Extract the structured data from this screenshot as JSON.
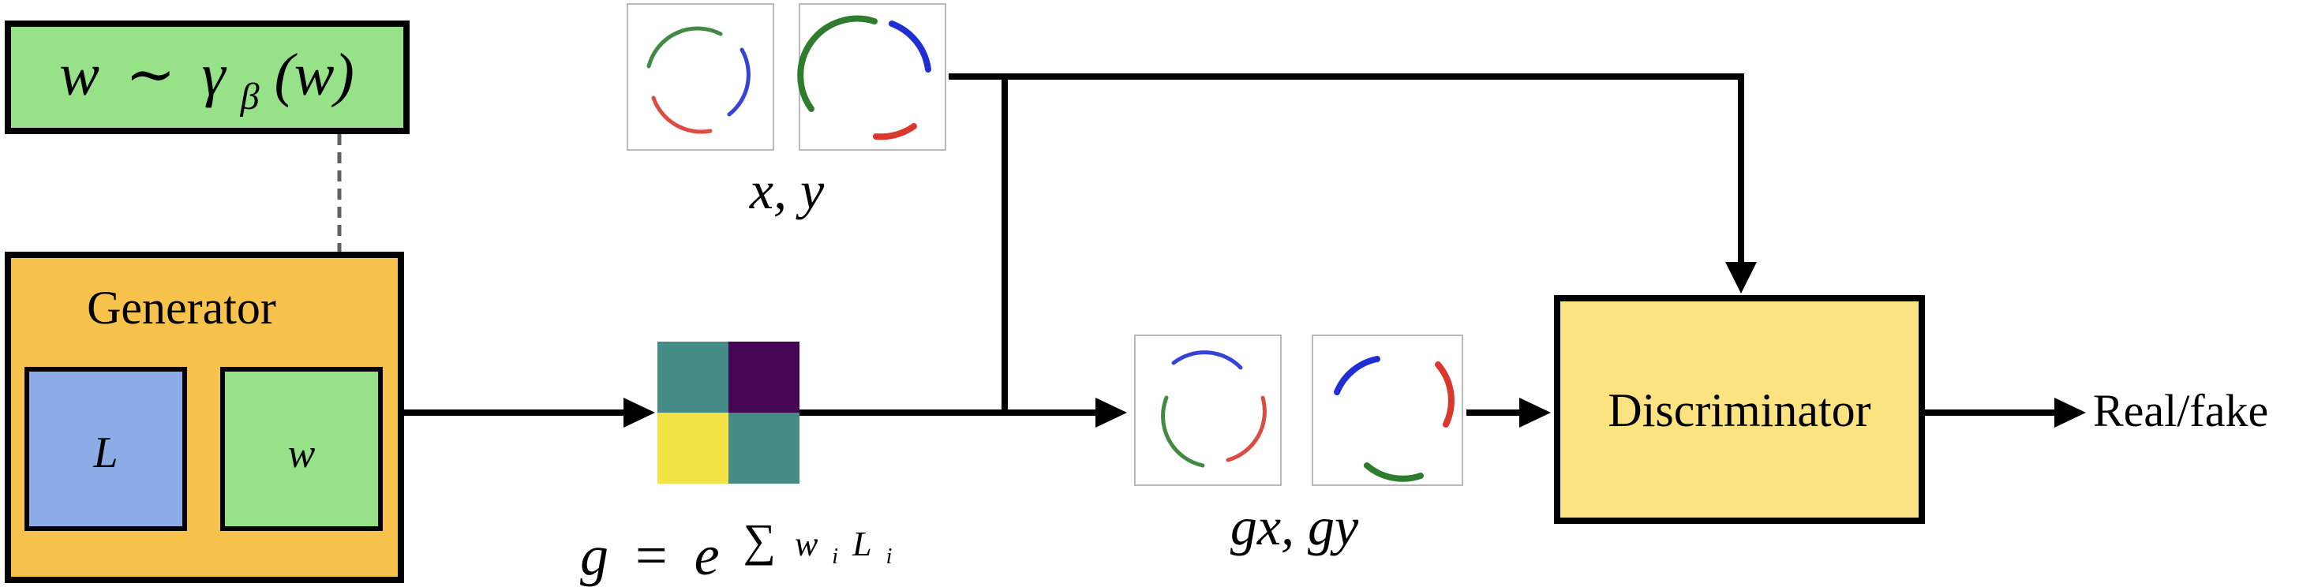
{
  "prior": {
    "w": "w",
    "tilde": "∼",
    "gamma": "γ",
    "beta": "β",
    "arg": "(w)"
  },
  "generator": {
    "title": "Generator",
    "L_label": "L",
    "w_label": "w"
  },
  "group_element": {
    "g": "g",
    "equals": "=",
    "e": "e",
    "sum": "∑",
    "w": "w",
    "i": "i",
    "L": "L",
    "i2": "i"
  },
  "pair_labels": {
    "xy": "x, y",
    "gxgy": "gx, gy"
  },
  "discriminator": {
    "label": "Discriminator",
    "output": "Real/fake"
  },
  "matrix_colors": [
    "#458b86",
    "#440654",
    "#f3e346",
    "#458b86"
  ],
  "colors": {
    "prior_fill": "#97e189",
    "generator_fill": "#f6c24c",
    "L_fill": "#8bace7",
    "w_fill": "#97e189",
    "discriminator_fill": "#fbe382",
    "arc_red": "#d9382e",
    "arc_blue": "#1f2fd3",
    "arc_green": "#2e7d2e"
  }
}
